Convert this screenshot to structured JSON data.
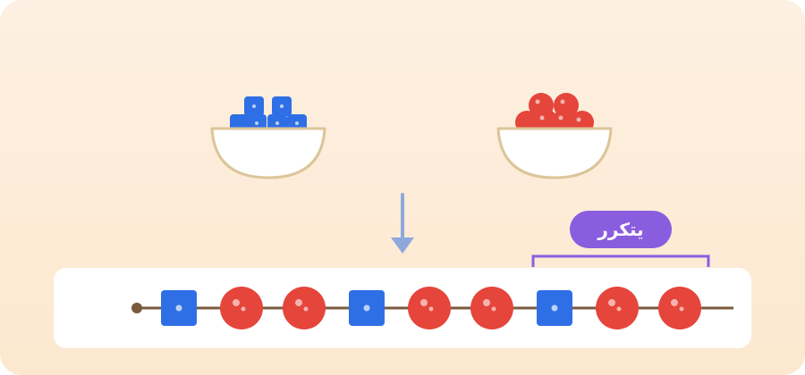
{
  "repeat_label": "يتكرر",
  "colors": {
    "background": "#fde9d3",
    "blue": "#2f6fe5",
    "red": "#e5453b",
    "bowl_border": "#dcc59a",
    "line": "#7a5a3e",
    "arrow": "#8ea8dc",
    "bracket": "#8a5ddf"
  },
  "pattern": [
    "square",
    "circle",
    "circle",
    "square",
    "circle",
    "circle",
    "square",
    "circle",
    "circle"
  ],
  "bowls": [
    {
      "contents": "blue-squares"
    },
    {
      "contents": "red-circles"
    }
  ],
  "repeat_unit_length": 3
}
